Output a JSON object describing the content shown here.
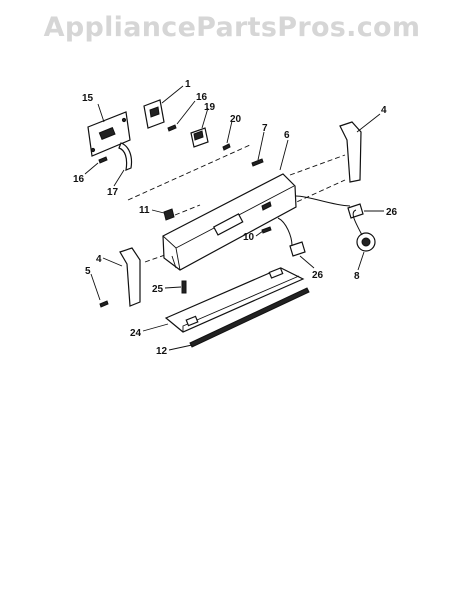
{
  "watermark": "AppliancePartsPros.com",
  "callouts": {
    "c1": "1",
    "c15": "15",
    "c16a": "16",
    "c16b": "16",
    "c17": "17",
    "c19": "19",
    "c20": "20",
    "c7": "7",
    "c6": "6",
    "c4a": "4",
    "c11": "11",
    "c26a": "26",
    "c26b": "26",
    "c10": "10",
    "c8": "8",
    "c4b": "4",
    "c5": "5",
    "c25": "25",
    "c24": "24",
    "c12": "12"
  }
}
